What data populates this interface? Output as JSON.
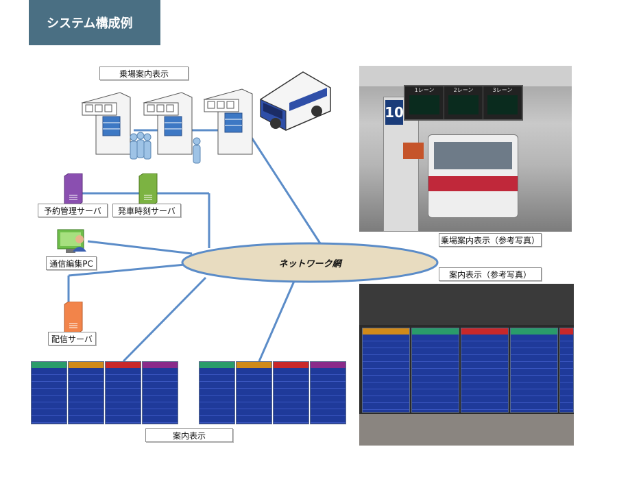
{
  "title": "システム構成例",
  "labels": {
    "boarding_display": "乗場案内表示",
    "reservation_server": "予約管理サーバ",
    "timetable_server": "発車時刻サーバ",
    "comm_pc": "通信編集PC",
    "network": "ネットワーク網",
    "delivery_server": "配信サーバ",
    "guide_display": "案内表示",
    "photo1_caption": "乗場案内表示（参考写真）",
    "photo2_caption": "案内表示（参考写真）"
  },
  "photo1": {
    "bay_number": "10",
    "lanes": [
      "1レーン",
      "2レーン",
      "3レーン"
    ]
  },
  "colors": {
    "title_bg": "#4a6f83",
    "line": "#5b8cc8",
    "network_fill": "#e8dcc0",
    "network_stroke": "#5b8cc8",
    "reservation_server": "#8a4fb0",
    "timetable_server": "#7cb342",
    "delivery_server": "#f2844a",
    "board_blue": "#1f3a9a"
  }
}
